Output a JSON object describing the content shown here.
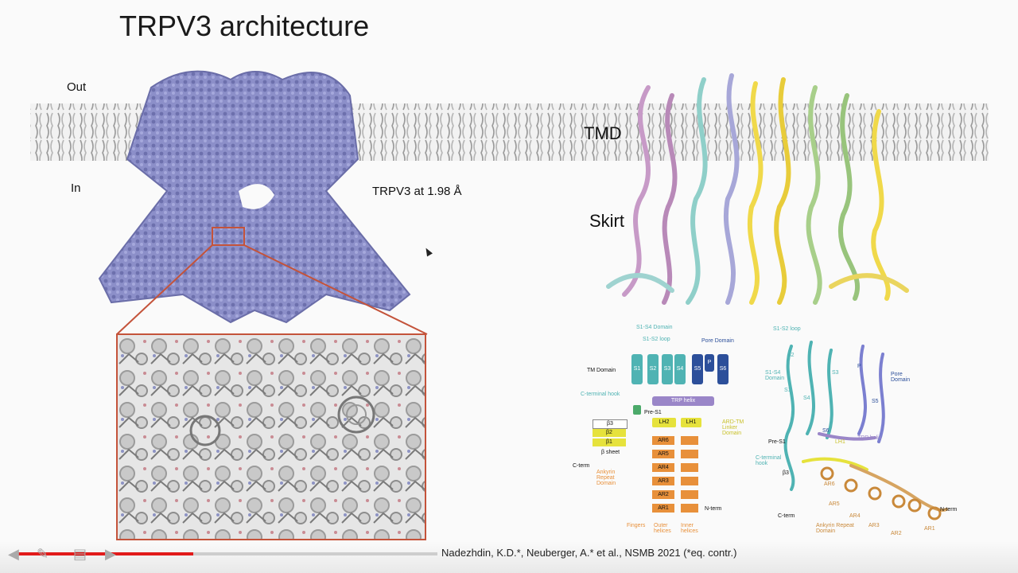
{
  "slide": {
    "title": "TRPV3 architecture",
    "label_out": "Out",
    "label_in": "In",
    "label_resolution": "TRPV3 at 1.98 Å",
    "label_tmd": "TMD",
    "label_skirt": "Skirt",
    "citation": "Nadezhdin, K.D.*, Neuberger, A.* et al., NSMB 2021 (*eq. contr.)"
  },
  "topology": {
    "domain_s1s4": "S1-S4 Domain",
    "s1s2_loop": "S1-S2 loop",
    "pore_domain": "Pore Domain",
    "tm_domain": "TM Domain",
    "helices_blue": [
      "S1",
      "S2",
      "S3",
      "S4"
    ],
    "helices_navy": [
      "S5",
      "P",
      "S6"
    ],
    "c_terminal_hook": "C-terminal hook",
    "trp_helix": "TRP helix",
    "pre_s1": "Pre-S1",
    "beta": [
      "β3",
      "β2",
      "β1"
    ],
    "beta_sheet": "β sheet",
    "c_term": "C-term",
    "lh": [
      "LH2",
      "LH1"
    ],
    "ard_tm": "ARD-TM Linker Domain",
    "ankyrin": [
      "AR6",
      "AR5",
      "AR4",
      "AR3",
      "AR2",
      "AR1"
    ],
    "ankyrin_domain": "Ankyrin Repeat Domain",
    "n_term": "N-term",
    "bottom_labels": [
      "Fingers",
      "Outer helices",
      "Inner helices"
    ]
  },
  "ribbon": {
    "s1s2_loop": "S1-S2 loop",
    "s1s4": "S1-S4 Domain",
    "s2": "S2",
    "s3": "S3",
    "s1": "S1",
    "s4": "S4",
    "p": "P",
    "pore": "Pore Domain",
    "s5": "S5",
    "s6": "S6",
    "trp_helix": "TRP helix",
    "pre_s1": "Pre-S1",
    "lh1": "LH1",
    "c_hook": "C-terminal hook",
    "b3": "β3",
    "ar6": "AR6",
    "ar5": "AR5",
    "ar4": "AR4",
    "ar3": "AR3",
    "ar2": "AR2",
    "ar1": "AR1",
    "c_term": "C-term",
    "n_term": "N-term",
    "ankyrin_domain": "Ankyrin Repeat Domain"
  },
  "video": {
    "progress_fraction": 0.42
  },
  "colors": {
    "density": "#8c8fc9",
    "zoom_box": "#c4533a",
    "s1s4": "#4fb3b3",
    "pore": "#2c4f9a",
    "trp": "#9a86c8",
    "ard_linker": "#e6e23c",
    "ankyrin": "#e8903a",
    "progress": "#e21b1b"
  }
}
